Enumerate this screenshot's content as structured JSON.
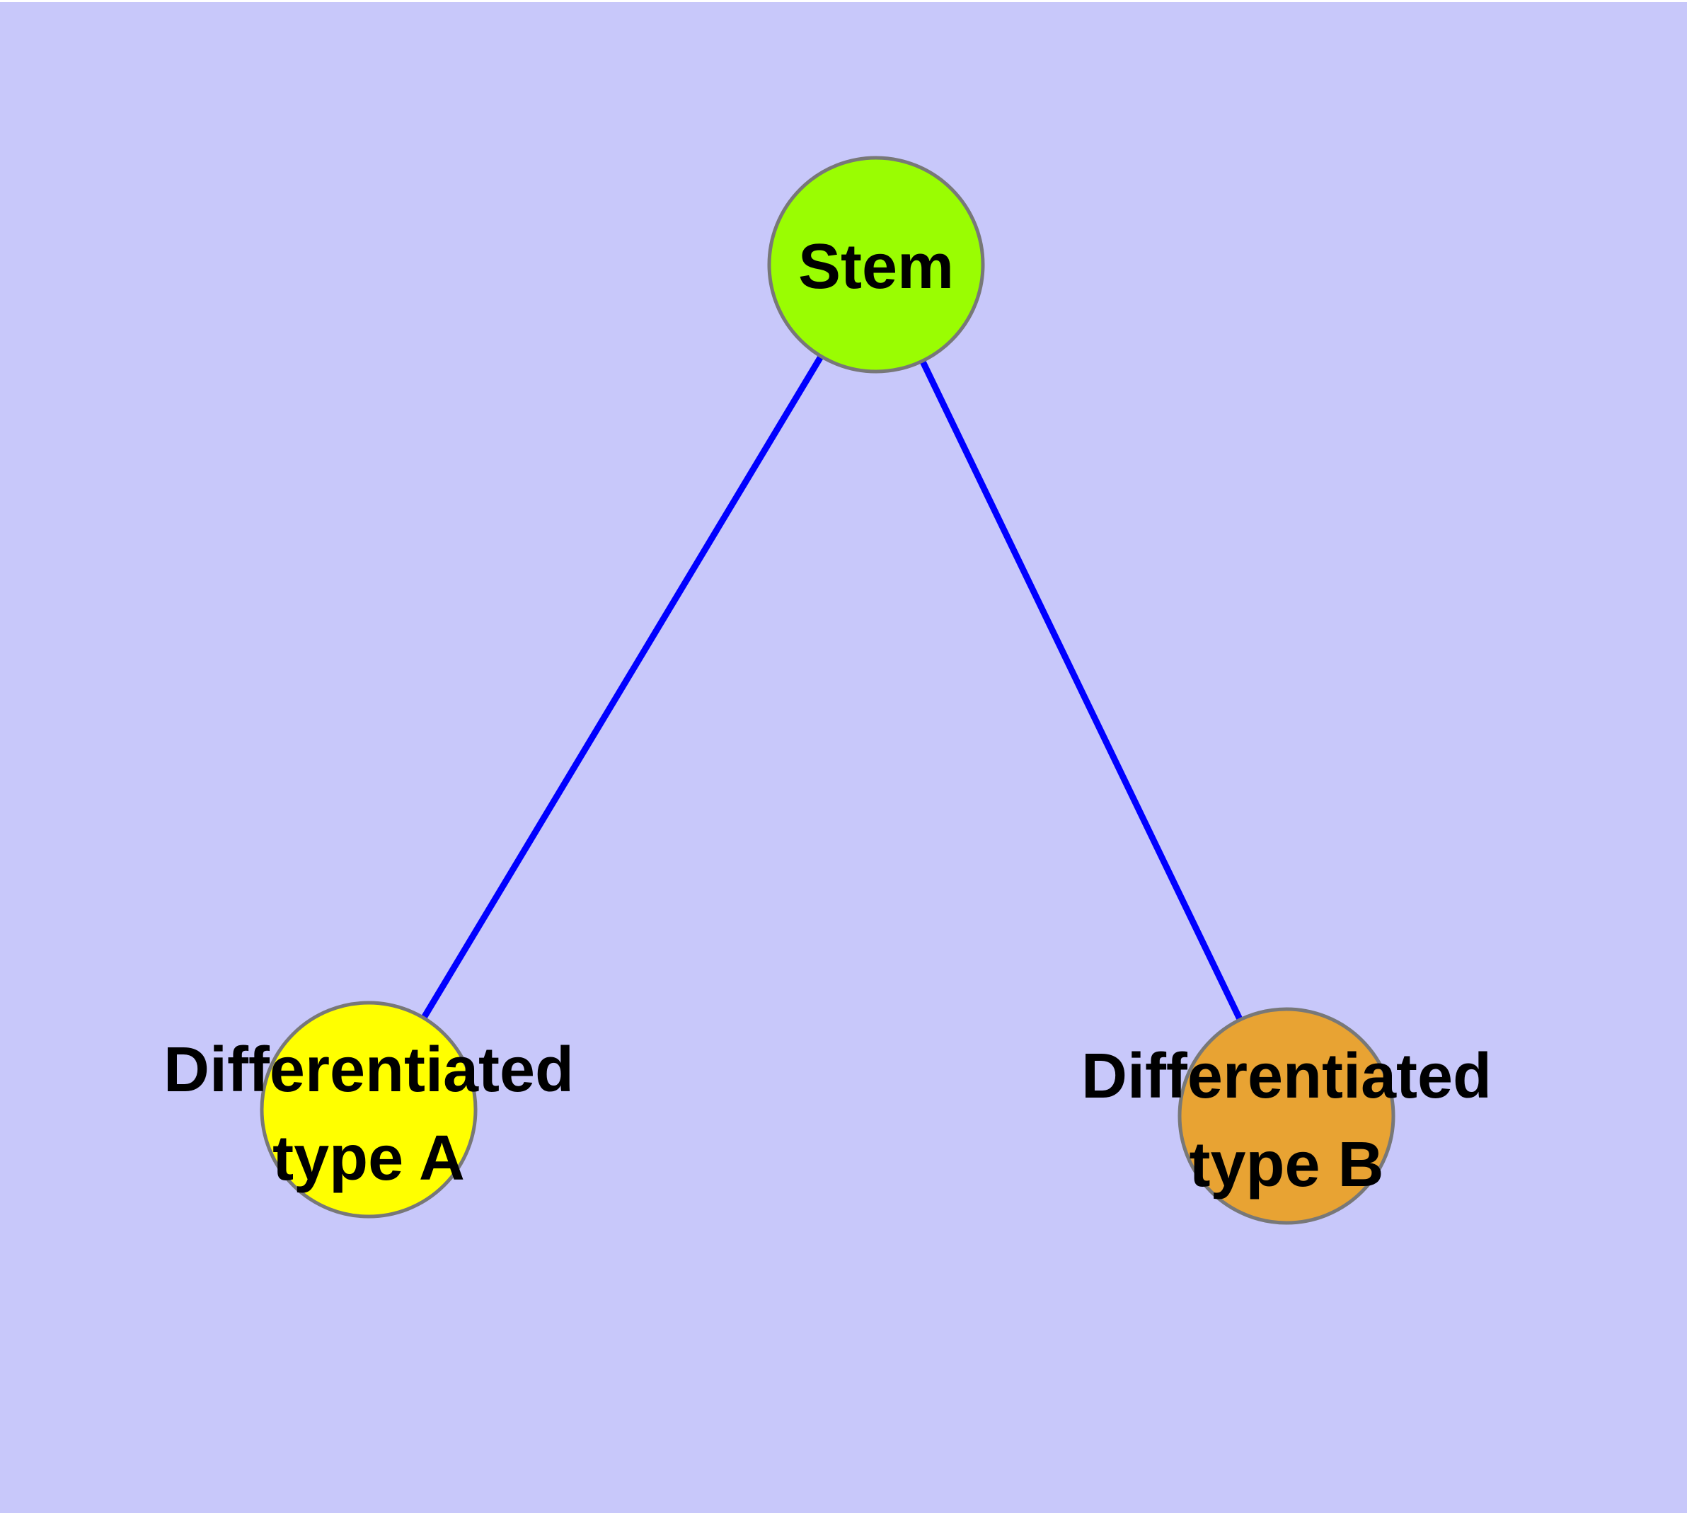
{
  "diagram": {
    "colors": {
      "background": "#C8C8FA",
      "top_strip": "#FFFFFF",
      "edge": "#0000FF",
      "node_border": "#787878",
      "label_text": "#000000"
    },
    "nodes": {
      "stem": {
        "label": "Stem",
        "fill": "#9AFD02"
      },
      "type_a": {
        "label_line1": "Differentiated",
        "label_line2": "type A",
        "fill": "#FFFF00"
      },
      "type_b": {
        "label_line1": "Differentiated",
        "label_line2": "type B",
        "fill": "#E8A333"
      }
    },
    "edges": [
      {
        "from": "Stem",
        "to": "Differentiated type A"
      },
      {
        "from": "Stem",
        "to": "Differentiated type B"
      }
    ]
  }
}
